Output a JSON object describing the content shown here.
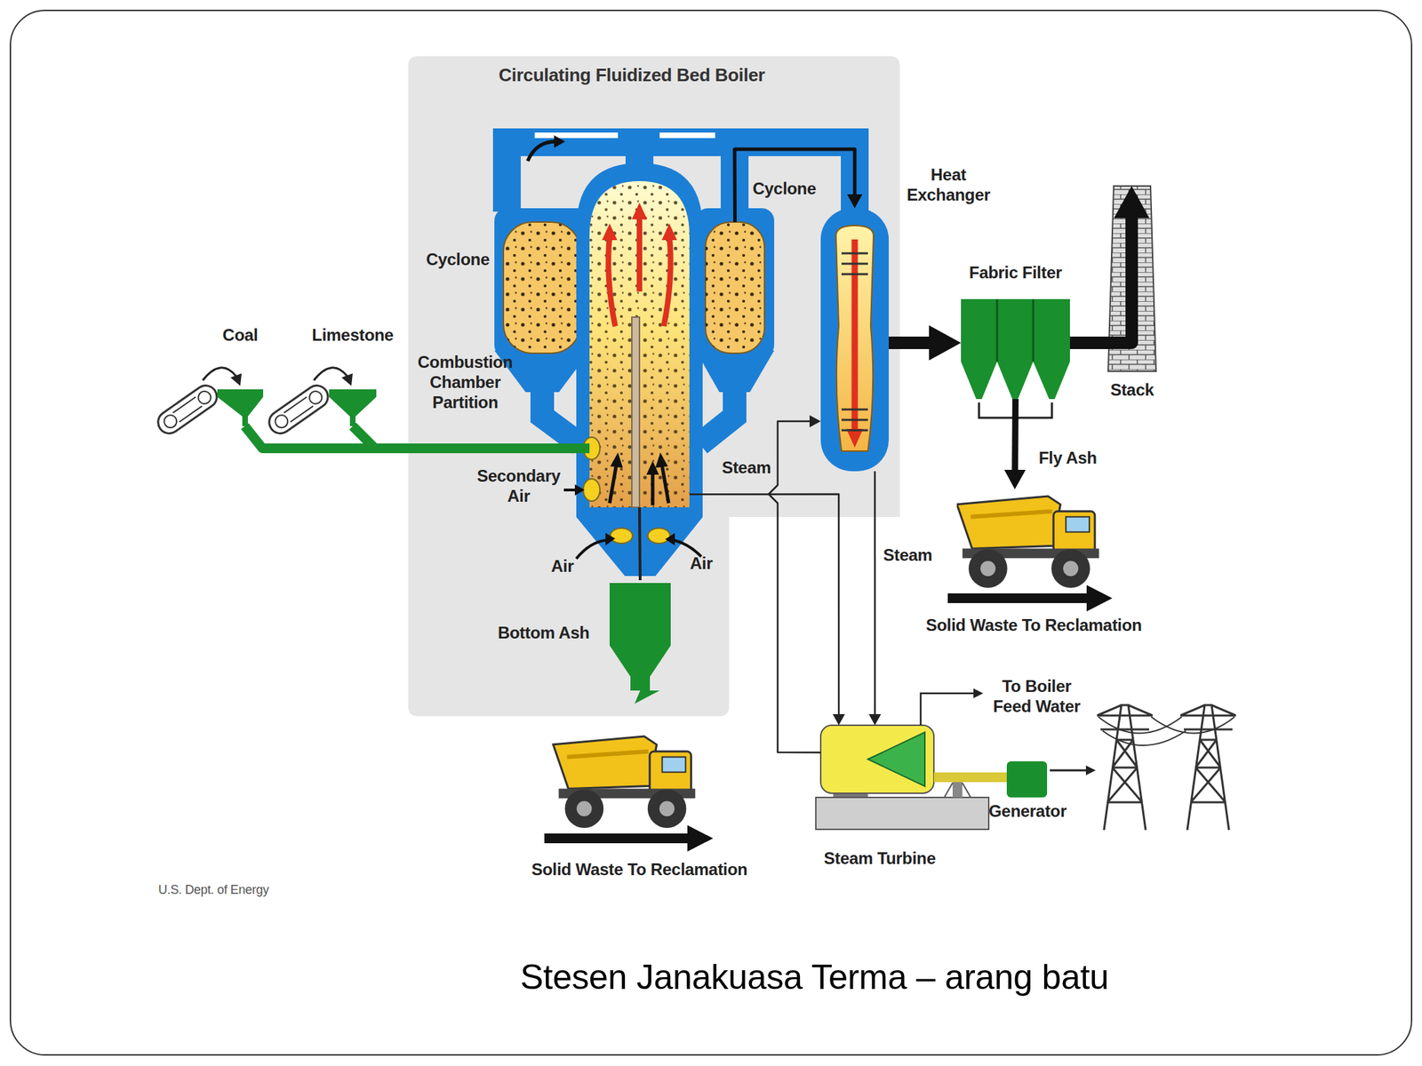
{
  "diagram": {
    "caption": "Stesen Janakuasa Terma – arang batu",
    "nodes": [
      {
        "text": [
          "Circulating Fluidized Bed Boiler"
        ]
      },
      {
        "text": [
          "Cyclone"
        ],
        "in": 0
      },
      {
        "text": [
          "Cyclone"
        ],
        "in": 0
      },
      {
        "text": [
          "Coal"
        ]
      },
      {
        "text": [
          "Limestone"
        ]
      },
      {
        "text": [
          "Combustion Chamber Partition"
        ],
        "in": 0
      },
      {
        "text": [
          "Bottom Ash"
        ],
        "in": 0
      },
      {
        "text": [
          "Heat Exchanger"
        ],
        "in": 0
      },
      {
        "text": [
          "Fabric Filter"
        ]
      },
      {
        "text": [
          "Stack"
        ]
      },
      {
        "text": [
          "Solid Waste To Reclamation"
        ]
      },
      {
        "text": [
          "Solid Waste To Reclamation"
        ]
      },
      {
        "text": [
          "Steam Turbine"
        ]
      },
      {
        "text": [
          "Generator"
        ]
      }
    ],
    "edges": [
      {
        "from": 3,
        "to": 5,
        "arrow": "none"
      },
      {
        "from": 4,
        "to": 5,
        "arrow": "none"
      },
      {
        "from": 2,
        "to": 7,
        "arrow": "to"
      },
      {
        "from": 5,
        "to": 6,
        "arrow": "none"
      },
      {
        "from": 7,
        "to": 8,
        "arrow": "to"
      },
      {
        "from": 8,
        "to": 9,
        "arrow": "to"
      },
      {
        "from": 8,
        "to": 10,
        "label": "Fly Ash",
        "arrow": "to"
      },
      {
        "from": 5,
        "to": 12,
        "label": "Steam",
        "arrow": "to"
      },
      {
        "from": 7,
        "to": 12,
        "label": "Steam",
        "arrow": "to"
      },
      {
        "from": 12,
        "to": 7,
        "arrow": "to"
      },
      {
        "from": 12,
        "to": 13,
        "arrow": "none"
      }
    ],
    "labels": [
      "Secondary Air",
      "Air",
      "Air",
      "To Boiler Feed Water",
      "U.S. Dept. of Energy"
    ]
  }
}
